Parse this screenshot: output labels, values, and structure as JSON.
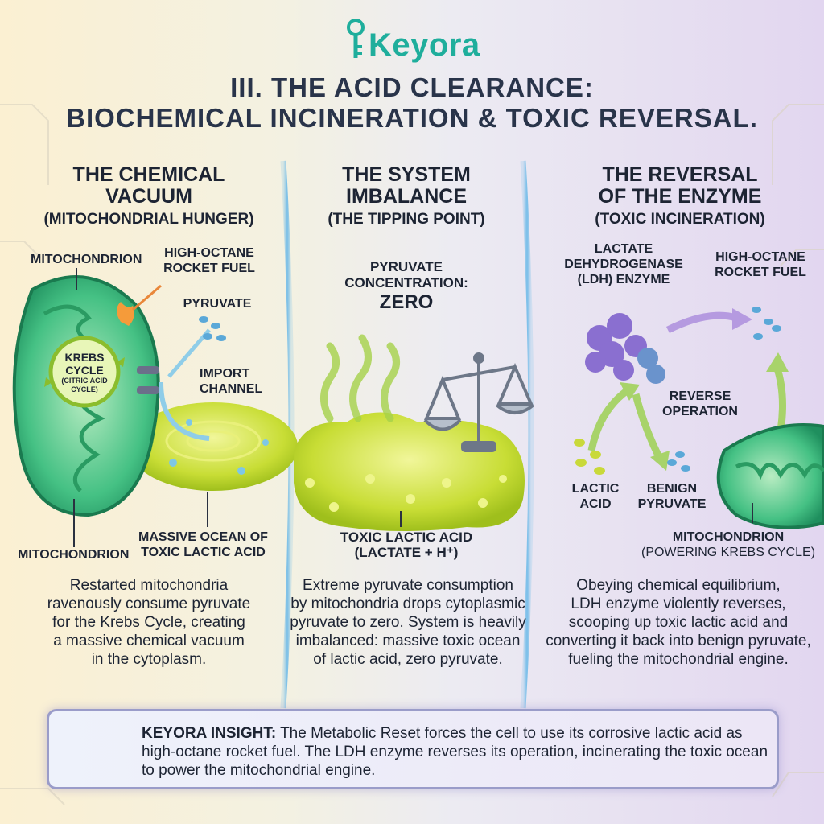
{
  "header": {
    "logo_text": "Keyora",
    "title_line1": "III. THE ACID CLEARANCE:",
    "title_line2": "BIOCHEMICAL INCINERATION & TOXIC REVERSAL."
  },
  "columns": [
    {
      "heading_line1": "THE CHEMICAL",
      "heading_line2": "VACUUM",
      "subheading": "(MITOCHONDRIAL HUNGER)",
      "labels": {
        "mitochondrion_top": "MITOCHONDRION",
        "fuel_line1": "HIGH-OCTANE",
        "fuel_line2": "ROCKET FUEL",
        "pyruvate": "PYRUVATE",
        "krebs_line1": "KREBS",
        "krebs_line2": "CYCLE",
        "krebs_small1": "(CITRIC ACID",
        "krebs_small2": "CYCLE)",
        "import_line1": "IMPORT",
        "import_line2": "CHANNEL",
        "ocean_line1": "MASSIVE OCEAN OF",
        "ocean_line2": "TOXIC LACTIC ACID",
        "mitochondrion_bottom": "MITOCHONDRION"
      },
      "description": [
        "Restarted mitochondria",
        "ravenously consume pyruvate",
        "for the Krebs Cycle, creating",
        "a massive chemical vacuum",
        "in the cytoplasm."
      ]
    },
    {
      "heading_line1": "THE SYSTEM",
      "heading_line2": "IMBALANCE",
      "subheading": "(THE TIPPING POINT)",
      "labels": {
        "conc_line1": "PYRUVATE",
        "conc_line2": "CONCENTRATION:",
        "conc_value": "ZERO",
        "toxic_line1": "TOXIC LACTIC ACID",
        "toxic_line2": "(LACTATE + H⁺)"
      },
      "description": [
        "Extreme pyruvate consumption",
        "by mitochondria drops cytoplasmic",
        "pyruvate to zero. System is heavily",
        "imbalanced: massive toxic ocean",
        "of lactic acid, zero pyruvate."
      ]
    },
    {
      "heading_line1": "THE REVERSAL",
      "heading_line2": "OF THE ENZYME",
      "subheading": "(TOXIC INCINERATION)",
      "labels": {
        "ldh_line1": "LACTATE",
        "ldh_line2": "DEHYDROGENASE",
        "ldh_line3": "(LDH) ENZYME",
        "fuel_line1": "HIGH-OCTANE",
        "fuel_line2": "ROCKET FUEL",
        "reverse_line1": "REVERSE",
        "reverse_line2": "OPERATION",
        "lactic_line1": "LACTIC",
        "lactic_line2": "ACID",
        "benign_line1": "BENIGN",
        "benign_line2": "PYRUVATE",
        "mito_line1": "MITOCHONDRION",
        "mito_line2": "(POWERING KREBS CYCLE)"
      },
      "description": [
        "Obeying chemical equilibrium,",
        "LDH enzyme violently reverses,",
        "scooping up toxic lactic acid and",
        "converting it back into benign pyruvate,",
        "fueling the mitochondrial engine."
      ]
    }
  ],
  "insight": {
    "label": "KEYORA INSIGHT:",
    "text": " The Metabolic Reset forces the cell to use its corrosive lactic acid as high-octane rocket fuel. The LDH enzyme reverses its operation, incinerating the toxic ocean to power the mitochondrial engine."
  },
  "colors": {
    "accent": "#1fae9c",
    "mito_green": "#3fbf7a",
    "acid_yellow": "#c9df3a",
    "enzyme_purple": "#8a6fd0",
    "pyruvate_blue": "#5aa8d8"
  }
}
